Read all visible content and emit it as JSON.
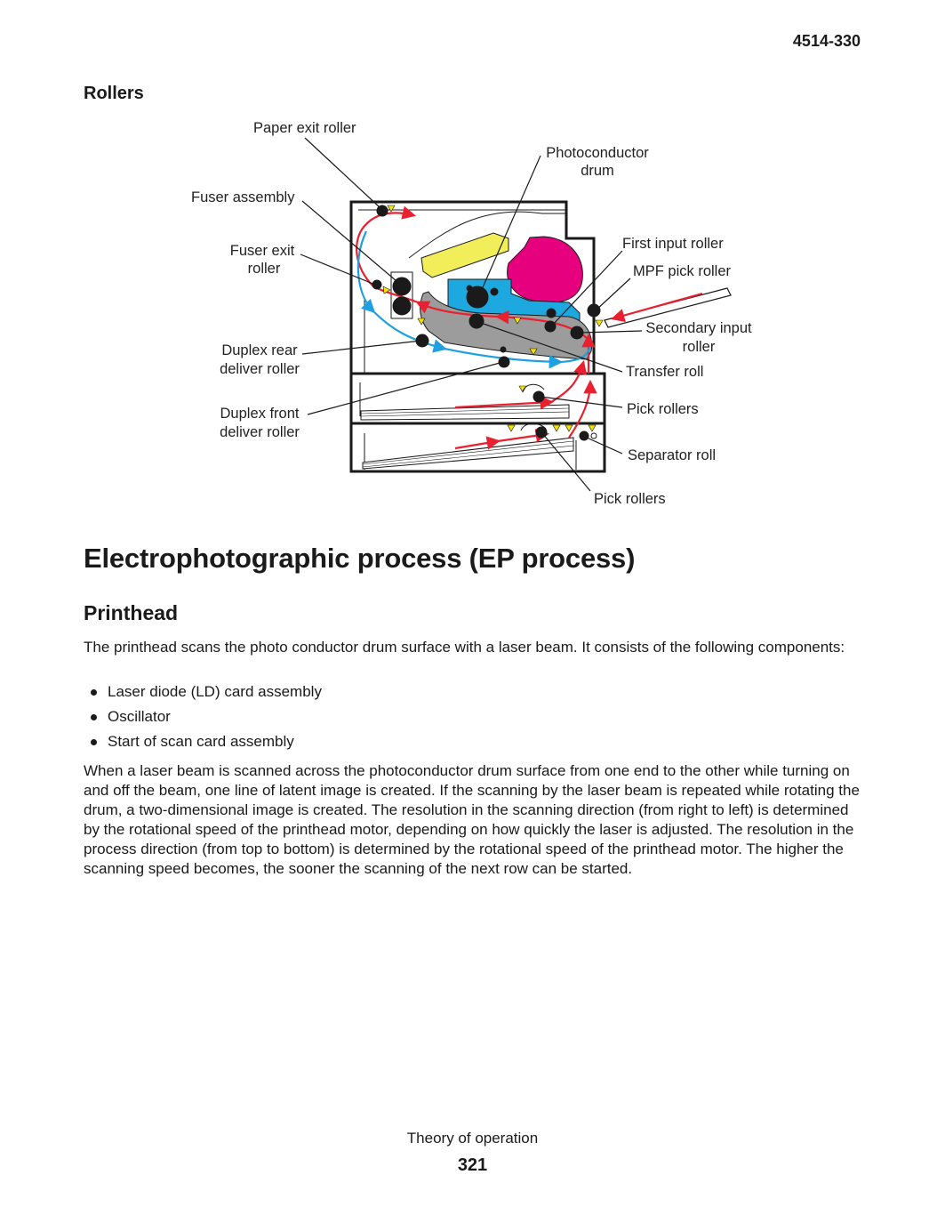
{
  "header": {
    "doc_number": "4514-330"
  },
  "rollers_section": {
    "heading": "Rollers",
    "labels": {
      "paper_exit_roller": "Paper exit roller",
      "photoconductor_drum_line1": "Photoconductor",
      "photoconductor_drum_line2": "drum",
      "fuser_assembly": "Fuser assembly",
      "fuser_exit_roller_line1": "Fuser exit",
      "fuser_exit_roller_line2": "roller",
      "first_input_roller": "First input roller",
      "mpf_pick_roller": "MPF pick roller",
      "secondary_input_roller_line1": "Secondary input",
      "secondary_input_roller_line2": "roller",
      "duplex_rear_line1": "Duplex rear",
      "duplex_rear_line2": "deliver roller",
      "transfer_roll": "Transfer roll",
      "duplex_front_line1": "Duplex front",
      "duplex_front_line2": "deliver roller",
      "pick_rollers_upper": "Pick rollers",
      "separator_roll": "Separator roll",
      "pick_rollers_lower": "Pick rollers"
    },
    "colors": {
      "paper_path": "#e8202f",
      "duplex_path": "#1ea0e0",
      "toner": "#e6007e",
      "developer": "#1ea8e0",
      "transfer_belt": "#9c9c9c",
      "cartridge": "#f2ee5a",
      "indicator": "#f5e400"
    }
  },
  "main": {
    "title": "Electrophotographic process (EP process)",
    "subsection": "Printhead",
    "intro": "The printhead scans the photo conductor drum surface with a laser beam. It consists of the following components:",
    "components": [
      "Laser diode (LD) card assembly",
      "Oscillator",
      "Start of scan card assembly"
    ],
    "paragraph": "When a laser beam is scanned across the photoconductor drum surface from one end to the other while turning on and off the beam, one line of latent image is created. If the scanning by the laser beam is repeated while rotating the drum, a two-dimensional image is created. The resolution in the scanning direction (from right to left) is determined by the rotational speed of the printhead motor, depending on how quickly the laser is adjusted. The resolution in the process direction (from top to bottom) is determined by the rotational speed of the printhead motor. The higher the scanning speed becomes, the sooner the scanning of the next row can be started."
  },
  "footer": {
    "label": "Theory of operation",
    "page_number": "321"
  }
}
